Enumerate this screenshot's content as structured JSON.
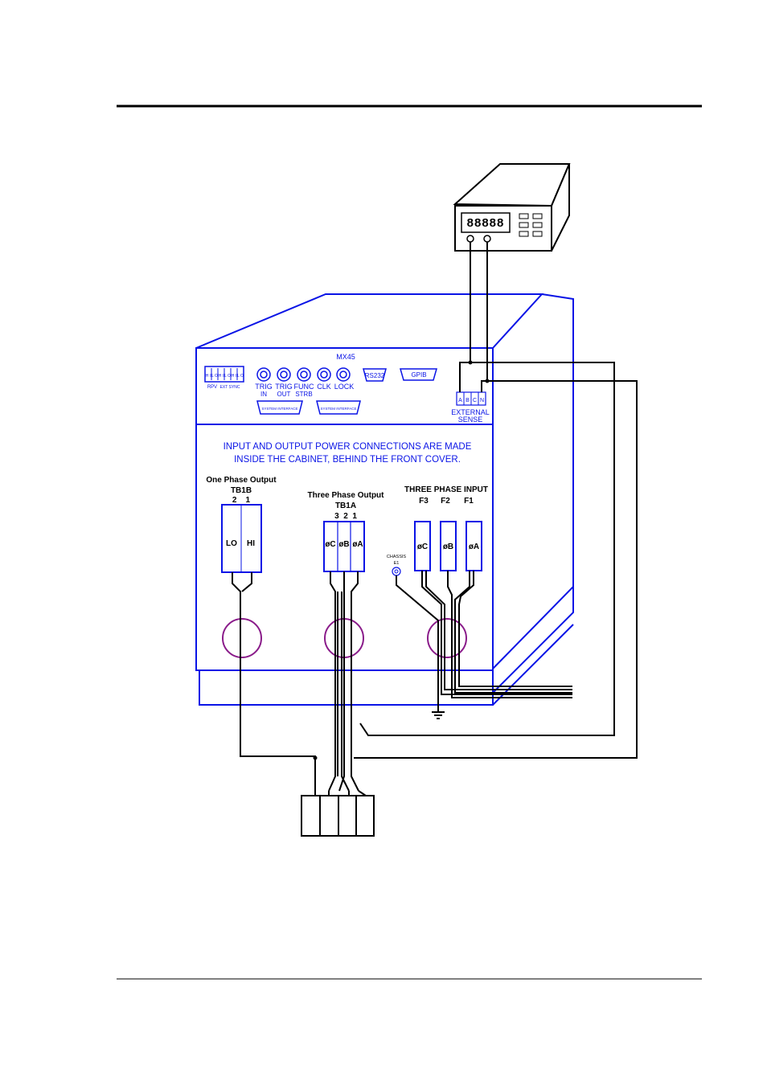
{
  "meter": {
    "display": "88888"
  },
  "cabinet": {
    "model": "MX45",
    "sync_pins": [
      "H I",
      "L O",
      "H I",
      "L O",
      "H I",
      "L O"
    ],
    "rpv_label": "RPV",
    "ext_sync_label": "EXT SYNC",
    "bnc": [
      {
        "line1": "TRIG",
        "line2": "IN"
      },
      {
        "line1": "TRIG",
        "line2": "OUT"
      },
      {
        "line1": "FUNC",
        "line2": "STRB"
      },
      {
        "line1": "CLK",
        "line2": ""
      },
      {
        "line1": "LOCK",
        "line2": ""
      }
    ],
    "rs232": "RS232",
    "gpib": "GPIB",
    "system_interface_1": "SYSTEM INTERFACE",
    "system_interface_2": "SYSTEM INTERFACE",
    "sense_terminals": [
      "A",
      "B",
      "C",
      "N"
    ],
    "sense_label_1": "EXTERNAL",
    "sense_label_2": "SENSE",
    "notice_line1": "INPUT AND OUTPUT POWER CONNECTIONS ARE MADE",
    "notice_line2": "INSIDE THE CABINET, BEHIND THE FRONT COVER."
  },
  "one_phase": {
    "title": "One Phase Output",
    "block": "TB1B",
    "numbers": "2    1",
    "lo": "LO",
    "hi": "HI"
  },
  "three_phase_out": {
    "title": "Three Phase Output",
    "block": "TB1A",
    "numbers": "3  2  1",
    "terminals": [
      "øC",
      "øB",
      "øA"
    ]
  },
  "three_phase_in": {
    "title": "THREE PHASE INPUT",
    "feeds": [
      "F3",
      "F2",
      "F1"
    ],
    "terminals": [
      "øC",
      "øB",
      "øA"
    ],
    "chassis_line1": "CHASSIS",
    "chassis_line2": "E1"
  }
}
